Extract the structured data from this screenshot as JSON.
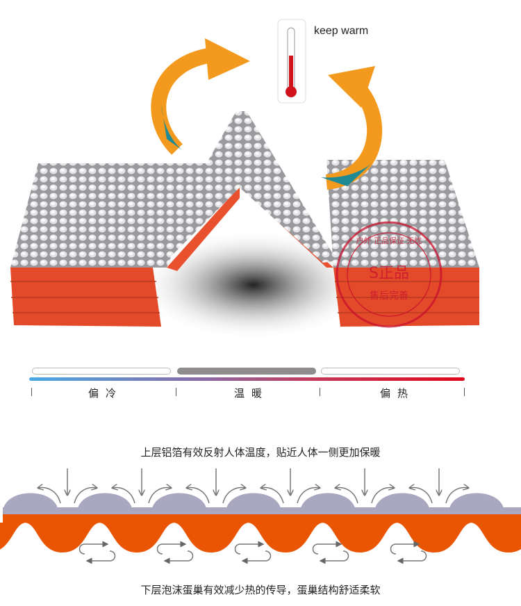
{
  "header": {
    "keep_warm": "keep warm"
  },
  "stamp": {
    "ring_text": "户外 正品保证 无忧",
    "center_text": "正品",
    "bottom_text": "售后完善"
  },
  "scale": {
    "labels": [
      "偏冷",
      "温暖",
      "偏热"
    ],
    "selected": "温暖",
    "colors": {
      "cold": "#49a9e6",
      "hot": "#e0061c",
      "selected": "#8e8c8c"
    }
  },
  "diagram": {
    "top_caption": "上层铝箔有效反射人体温度，贴近人体一侧更加保暖",
    "bottom_caption": "下层泡沫蛋巢有效减少热的传导，蛋巢结构舒适柔软",
    "colors": {
      "foil": "#a9a8c0",
      "foam": "#ea5504",
      "arrow": "#777777"
    }
  }
}
